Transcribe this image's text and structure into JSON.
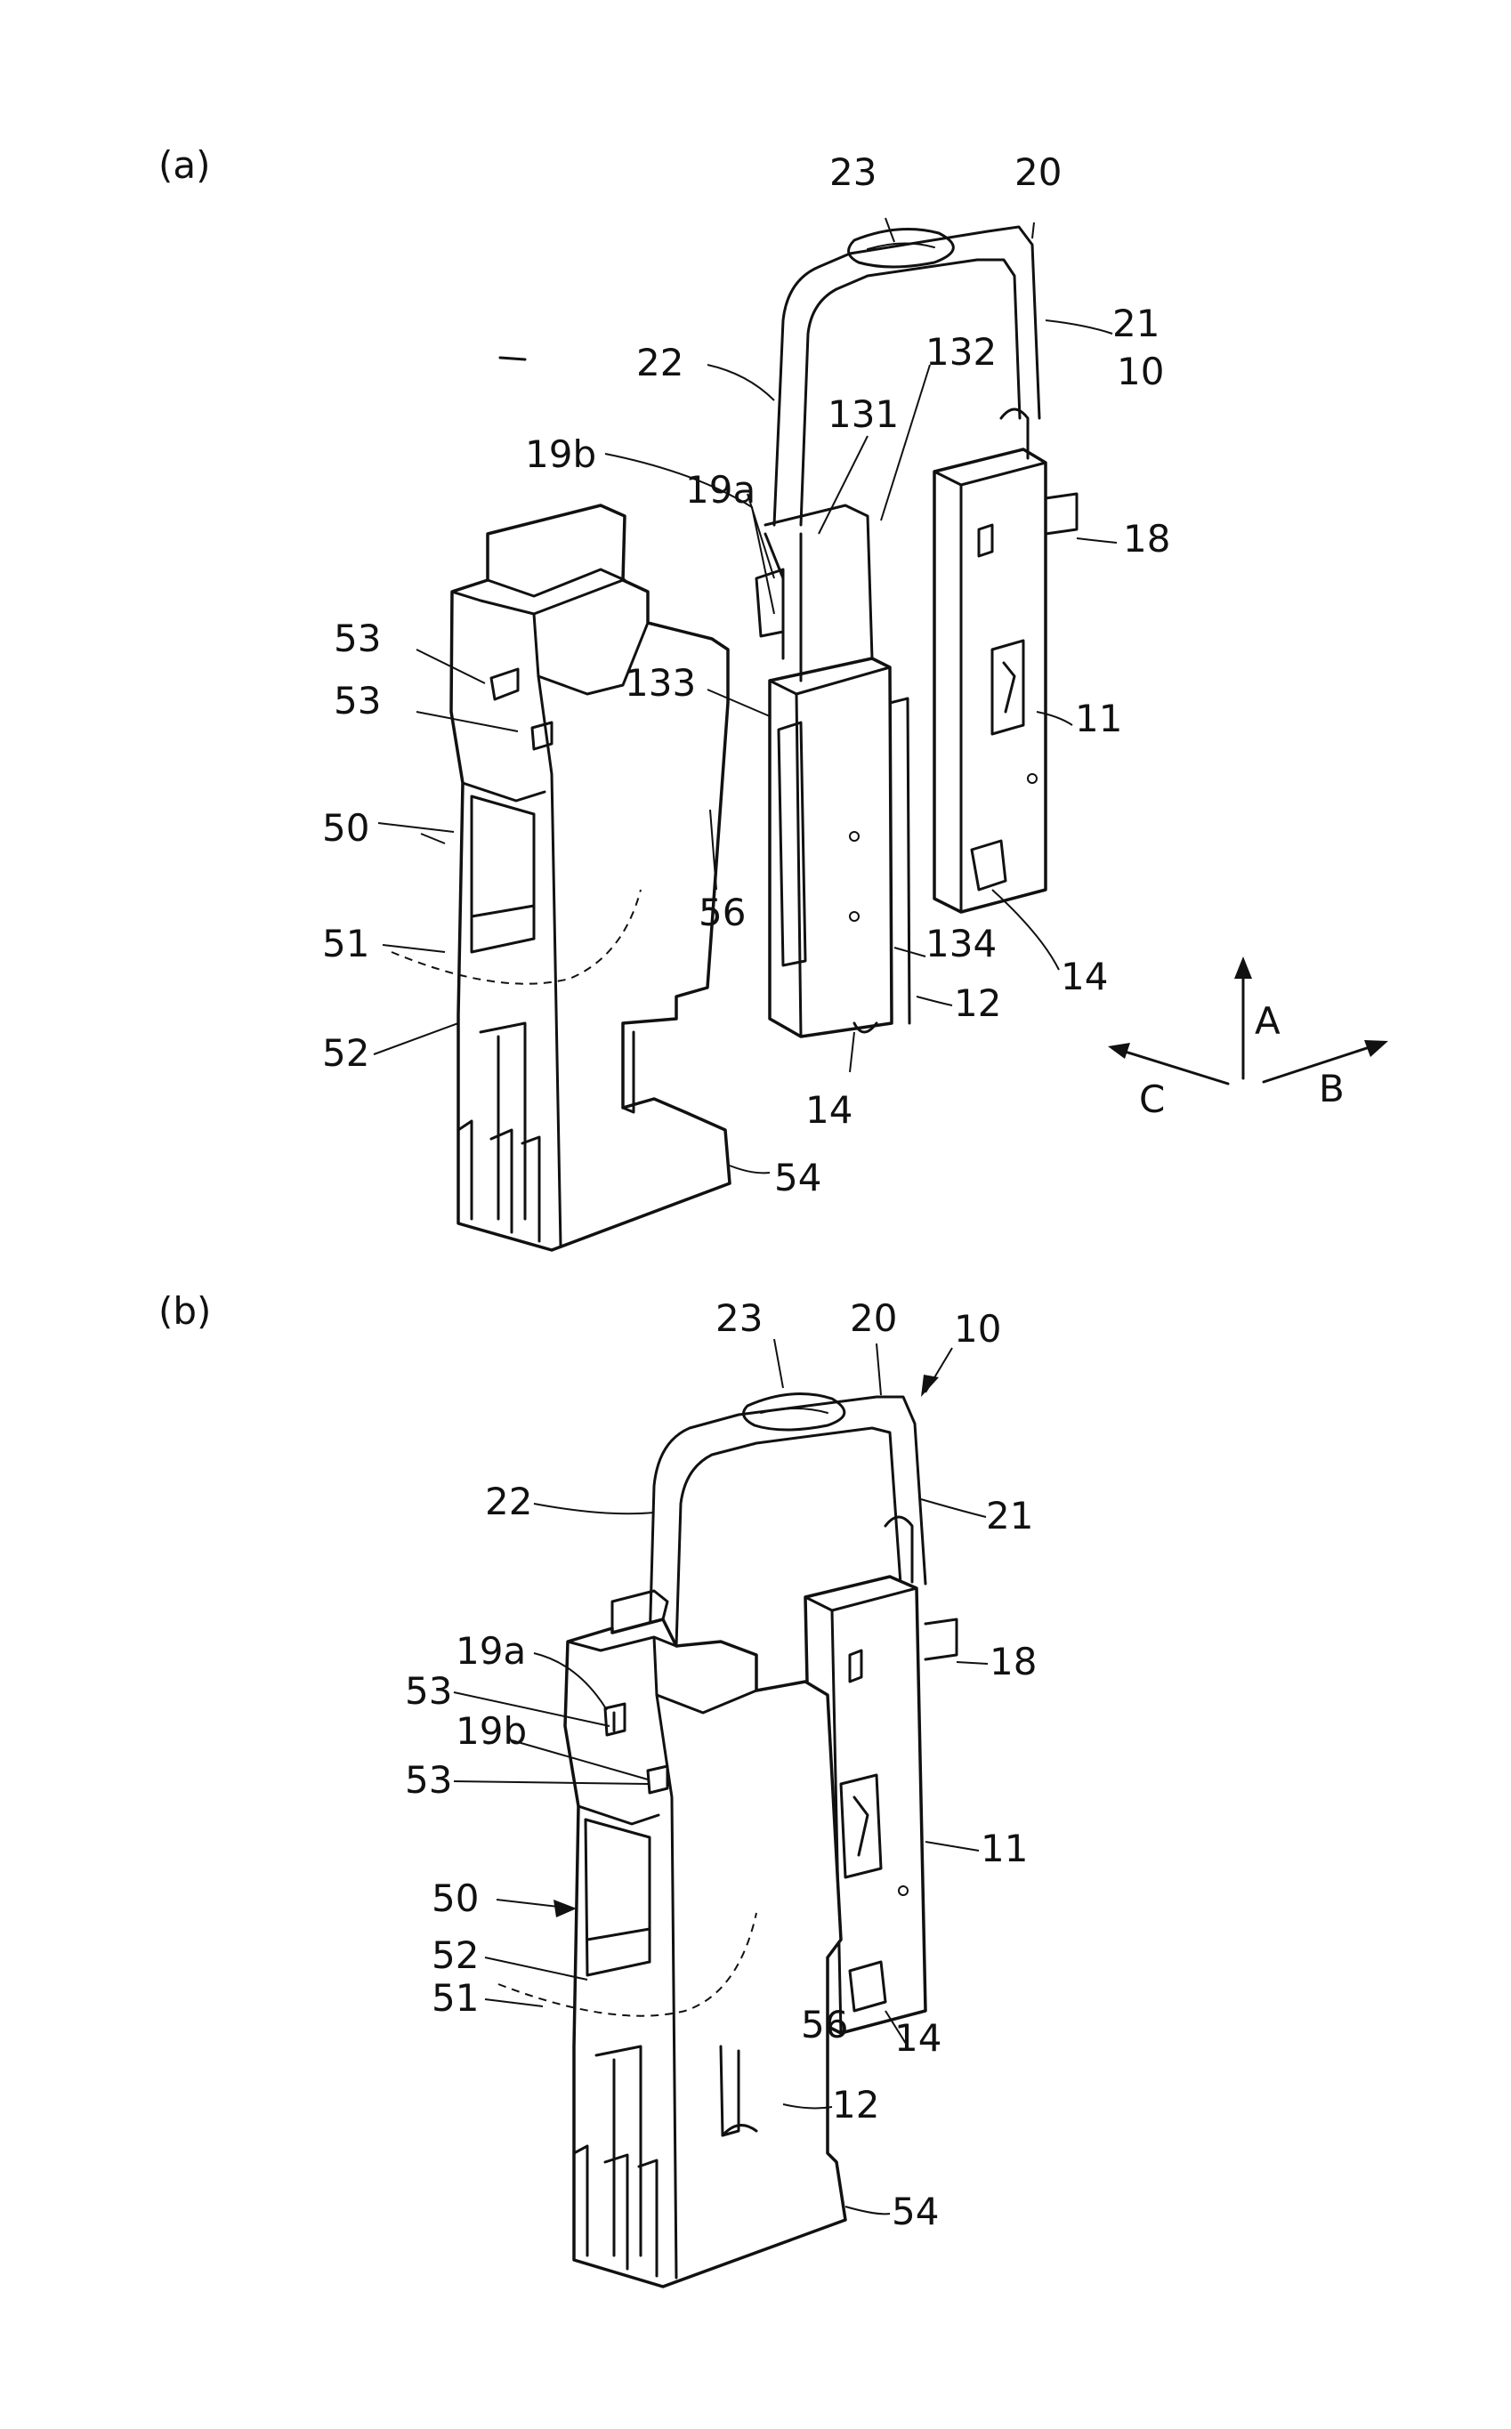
{
  "figure_a": {
    "panel_label": "(a)",
    "labels": {
      "l23": "23",
      "l20": "20",
      "l21": "21",
      "l10": "10",
      "l22": "22",
      "l132": "132",
      "l131": "131",
      "l19b": "19b",
      "l19a": "19a",
      "l18": "18",
      "l53a": "53",
      "l53b": "53",
      "l133": "133",
      "l11": "11",
      "l50": "50",
      "l56": "56",
      "l51": "51",
      "l134": "134",
      "l14a": "14",
      "l12": "12",
      "l52": "52",
      "l14b": "14",
      "l54": "54"
    },
    "directions": {
      "A": "A",
      "B": "B",
      "C": "C"
    }
  },
  "figure_b": {
    "panel_label": "(b)",
    "labels": {
      "l23": "23",
      "l20": "20",
      "l10": "10",
      "l22": "22",
      "l21": "21",
      "l19a": "19a",
      "l18": "18",
      "l53a": "53",
      "l19b": "19b",
      "l53b": "53",
      "l11": "11",
      "l50": "50",
      "l52": "52",
      "l51": "51",
      "l56": "56",
      "l14": "14",
      "l12": "12",
      "l54": "54"
    }
  }
}
